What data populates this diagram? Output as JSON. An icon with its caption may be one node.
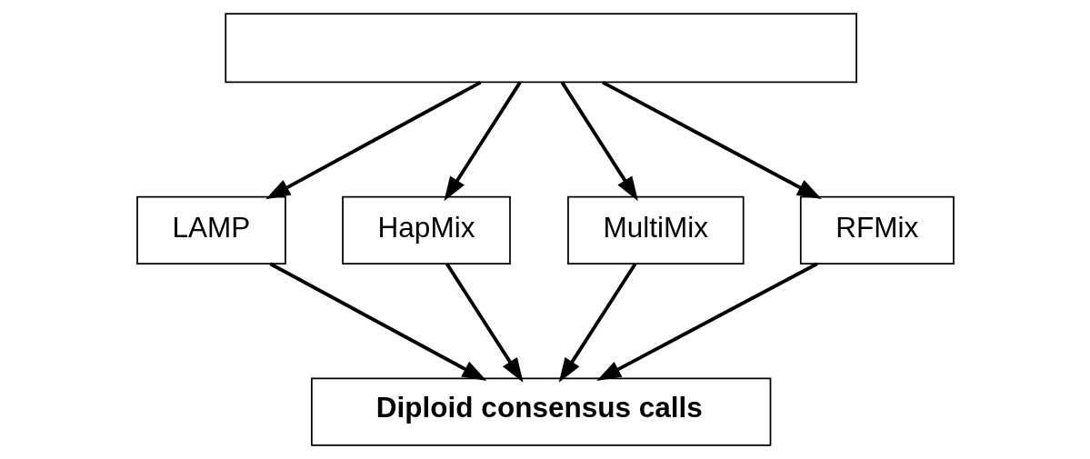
{
  "diagram": {
    "nodes": [
      {
        "text": [],
        "shape": "box"
      },
      {
        "text": [
          "LAMP"
        ]
      },
      {
        "text": [
          "HapMix"
        ]
      },
      {
        "text": [
          "MultiMix"
        ]
      },
      {
        "text": [
          "RFMix"
        ]
      },
      {
        "text": [
          "Diploid consensus calls"
        ]
      }
    ],
    "edges": [
      {
        "from": 0,
        "to": 1,
        "arrow": "to"
      },
      {
        "from": 0,
        "to": 2,
        "arrow": "to"
      },
      {
        "from": 0,
        "to": 3,
        "arrow": "to"
      },
      {
        "from": 0,
        "to": 4,
        "arrow": "to"
      },
      {
        "from": 1,
        "to": 5,
        "arrow": "to"
      },
      {
        "from": 2,
        "to": 5,
        "arrow": "to"
      },
      {
        "from": 3,
        "to": 5,
        "arrow": "to"
      },
      {
        "from": 4,
        "to": 5,
        "arrow": "to"
      }
    ]
  }
}
